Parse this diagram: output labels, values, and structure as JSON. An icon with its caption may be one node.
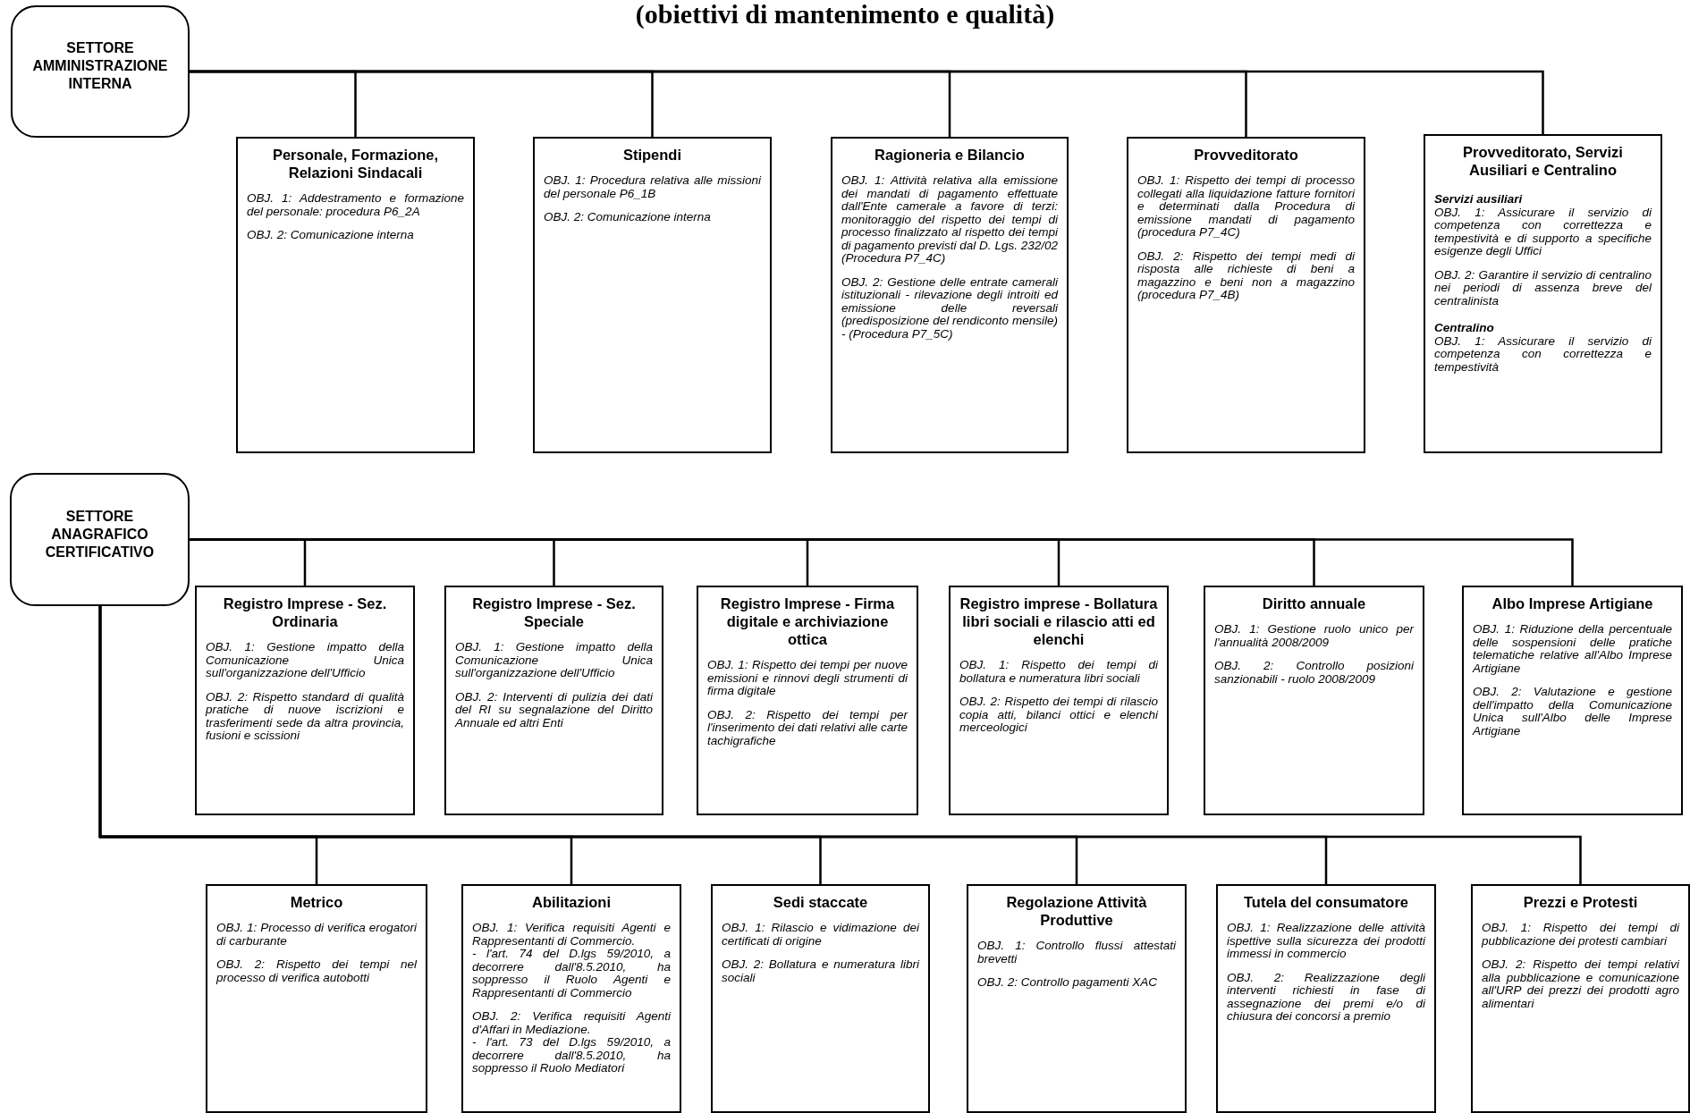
{
  "diagram": {
    "title": "(obiettivi di mantenimento e qualità)",
    "nodes": [
      {
        "text": [
          "SETTORE AMMINISTRAZIONE INTERNA"
        ]
      },
      {
        "text": [
          "Personale, Formazione, Relazioni Sindacali",
          "OBJ. 1: Addestramento e formazione del personale: procedura P6_2A",
          "OBJ. 2: Comunicazione interna"
        ]
      },
      {
        "text": [
          "Stipendi",
          "OBJ. 1: Procedura relativa alle missioni del personale P6_1B",
          "OBJ. 2: Comunicazione interna"
        ]
      },
      {
        "text": [
          "Ragioneria e Bilancio",
          "OBJ. 1: Attività relativa alla emissione dei mandati di pagamento effettuate dall'Ente camerale a favore di terzi: monitoraggio del rispetto dei tempi di processo finalizzato al rispetto dei tempi di pagamento previsti dal D. Lgs. 232/02 (Procedura P7_4C)",
          "OBJ. 2: Gestione delle entrate camerali istituzionali - rilevazione degli introiti ed emissione delle reversali (predisposizione del rendiconto mensile) - (Procedura P7_5C)"
        ]
      },
      {
        "text": [
          "Provveditorato",
          "OBJ. 1: Rispetto dei tempi di processo collegati alla liquidazione fatture fornitori e determinati dalla Procedura di emissione mandati di pagamento (procedura P7_4C)",
          "OBJ. 2: Rispetto dei tempi medi di risposta alle richieste di beni a magazzino e beni non a magazzino (procedura P7_4B)"
        ]
      },
      {
        "text": [
          "Provveditorato, Servizi Ausiliari e Centralino",
          "Servizi ausiliari",
          "OBJ. 1: Assicurare il servizio di competenza con correttezza e tempestività e di supporto a specifiche esigenze degli Uffici",
          "OBJ. 2: Garantire il servizio di centralino nei periodi di assenza breve del centralinista",
          "Centralino",
          "OBJ. 1: Assicurare il servizio di competenza con correttezza e tempestività"
        ]
      },
      {
        "text": [
          "SETTORE ANAGRAFICO CERTIFICATIVO"
        ]
      },
      {
        "text": [
          "Registro Imprese - Sez. Ordinaria",
          "OBJ. 1: Gestione impatto della Comunicazione Unica sull'organizzazione dell'Ufficio",
          "OBJ. 2: Rispetto standard di qualità pratiche di nuove iscrizioni e trasferimenti sede da altra provincia, fusioni e scissioni"
        ]
      },
      {
        "text": [
          "Registro Imprese - Sez. Speciale",
          "OBJ. 1: Gestione impatto della Comunicazione Unica sull'organizzazione dell'Ufficio",
          "OBJ. 2: Interventi di pulizia dei dati del RI su segnalazione del Diritto Annuale ed altri Enti"
        ]
      },
      {
        "text": [
          "Registro Imprese - Firma digitale e archiviazione ottica",
          "OBJ. 1: Rispetto dei tempi per nuove emissioni e rinnovi degli strumenti di firma digitale",
          "OBJ. 2: Rispetto dei tempi per l'inserimento dei dati relativi alle carte tachigrafiche"
        ]
      },
      {
        "text": [
          "Registro imprese - Bollatura libri sociali e rilascio atti ed elenchi",
          "OBJ. 1: Rispetto dei tempi di bollatura e numeratura libri sociali",
          "OBJ. 2: Rispetto dei tempi di rilascio copia atti, bilanci ottici e elenchi merceologici"
        ]
      },
      {
        "text": [
          "Diritto annuale",
          "OBJ. 1: Gestione ruolo unico per l'annualità 2008/2009",
          "OBJ. 2: Controllo posizioni sanzionabili - ruolo 2008/2009"
        ]
      },
      {
        "text": [
          "Albo Imprese Artigiane",
          "OBJ. 1: Riduzione della percentuale delle sospensioni delle pratiche telematiche relative all'Albo Imprese Artigiane",
          "OBJ. 2: Valutazione e gestione dell'impatto della Comunicazione Unica sull'Albo delle Imprese Artigiane"
        ]
      },
      {
        "text": [
          "Metrico",
          "OBJ. 1: Processo di verifica erogatori di carburante",
          "OBJ. 2: Rispetto dei tempi nel processo di verifica autobotti"
        ]
      },
      {
        "text": [
          "Abilitazioni",
          "OBJ. 1: Verifica requisiti Agenti e Rappresentanti di Commercio.",
          "- l'art. 74 del D.lgs 59/2010, a decorrere dall'8.5.2010, ha soppresso il Ruolo Agenti e Rappresentanti di Commercio",
          "OBJ. 2: Verifica requisiti Agenti d'Affari in Mediazione.",
          "- l'art. 73 del D.lgs 59/2010, a decorrere dall'8.5.2010, ha soppresso il Ruolo Mediatori"
        ]
      },
      {
        "text": [
          "Sedi staccate",
          "OBJ. 1: Rilascio e vidimazione dei certificati di origine",
          "OBJ. 2: Bollatura e numeratura libri sociali"
        ]
      },
      {
        "text": [
          "Regolazione Attività Produttive",
          "OBJ. 1: Controllo flussi attestati brevetti",
          "OBJ. 2: Controllo pagamenti XAC"
        ]
      },
      {
        "text": [
          "Tutela del consumatore",
          "OBJ. 1: Realizzazione delle attività ispettive sulla sicurezza dei prodotti immessi in commercio",
          "OBJ. 2: Realizzazione degli interventi richiesti in fase di assegnazione dei premi e/o di chiusura dei concorsi a premio"
        ]
      },
      {
        "text": [
          "Prezzi e Protesti",
          "OBJ. 1: Rispetto dei tempi di pubblicazione dei protesti cambiari",
          "OBJ. 2: Rispetto dei tempi relativi alla pubblicazione e comunicazione all'URP dei prezzi dei prodotti agro alimentari"
        ]
      }
    ],
    "edges": [
      {
        "from": 0,
        "to": 1,
        "arrow": "none"
      },
      {
        "from": 0,
        "to": 2,
        "arrow": "none"
      },
      {
        "from": 0,
        "to": 3,
        "arrow": "none"
      },
      {
        "from": 0,
        "to": 4,
        "arrow": "none"
      },
      {
        "from": 0,
        "to": 5,
        "arrow": "none"
      },
      {
        "from": 6,
        "to": 7,
        "arrow": "none"
      },
      {
        "from": 6,
        "to": 8,
        "arrow": "none"
      },
      {
        "from": 6,
        "to": 9,
        "arrow": "none"
      },
      {
        "from": 6,
        "to": 10,
        "arrow": "none"
      },
      {
        "from": 6,
        "to": 11,
        "arrow": "none"
      },
      {
        "from": 6,
        "to": 12,
        "arrow": "none"
      },
      {
        "from": 6,
        "to": 13,
        "arrow": "none"
      },
      {
        "from": 6,
        "to": 14,
        "arrow": "none"
      },
      {
        "from": 6,
        "to": 15,
        "arrow": "none"
      },
      {
        "from": 6,
        "to": 16,
        "arrow": "none"
      },
      {
        "from": 6,
        "to": 17,
        "arrow": "none"
      },
      {
        "from": 6,
        "to": 18,
        "arrow": "none"
      }
    ]
  }
}
